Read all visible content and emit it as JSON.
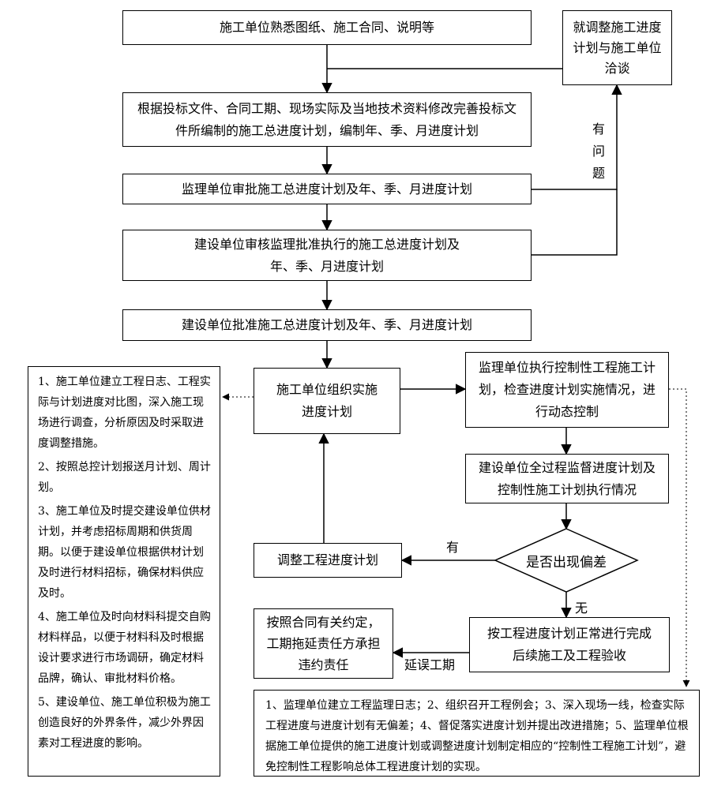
{
  "nodes": {
    "familiarize": "施工单位熟悉图纸、施工合同、说明等",
    "revise_plan": "根据投标文件、合同工期、现场实际及当地技术资料修改完善投标文件所编制的施工总进度计划，编制年、季、月进度计划",
    "supervisor_approve": "监理单位审批施工总进度计划及年、季、月进度计划",
    "owner_review": "建设单位审核监理批准执行的施工总进度计划及年、季、月进度计划",
    "owner_approve": "建设单位批准施工总进度计划及年、季、月进度计划",
    "negotiate": "就调整施工进度计划与施工单位洽谈",
    "organize": "施工单位组织实施进度计划",
    "supervisor_control": "监理单位执行控制性工程施工计划，检查进度计划实施情况，进行动态控制",
    "owner_supervise": "建设单位全过程监督进度计划及控制性施工计划执行情况",
    "deviation": "是否出现偏差",
    "adjust": "调整工程进度计划",
    "proceed": "按工程进度计划正常进行完成后续施工及工程验收",
    "liability": "按照合同有关约定，工期拖延责任方承担违约责任"
  },
  "labels": {
    "problem": [
      "有",
      "问",
      "题"
    ],
    "yes": "有",
    "no": "无",
    "delay": "延误工期"
  },
  "left_note": [
    "1、施工单位建立工程日志、工程实际与计划进度对比图，深入施工现场进行调查，分析原因及时采取进度调整措施。",
    "2、按照总控计划报送月计划、周计划。",
    "3、施工单位及时提交建设单位供材计划，并考虑招标周期和供货周期。以便于建设单位根据供材计划及时进行材料招标，确保材料供应及时。",
    "4、施工单位及时向材料科提交自购材料样品，以便于材料科及时根据设计要求进行市场调研，确定材料品牌，确认、审批材料价格。",
    "5、建设单位、施工单位积极为施工创造良好的外界条件，减少外界因素对工程进度的影响。"
  ],
  "bottom_note": "1、监理单位建立工程监理日志；2、组织召开工程例会；3、深入现场一线，检查实际工程进度与进度计划有无偏差；4、督促落实进度计划并提出改进措施；5、监理单位根据施工单位提供的施工进度计划或调整进度计划制定相应的“控制性工程施工计划”，避免控制性工程影响总体工程进度计划的实现。"
}
